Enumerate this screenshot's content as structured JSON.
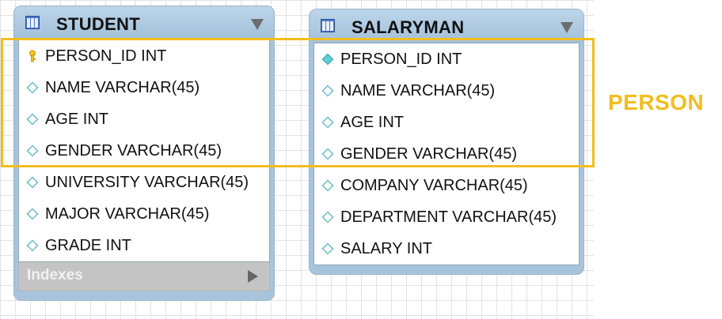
{
  "tables": {
    "student": {
      "title": "STUDENT",
      "columns": [
        {
          "label": "PERSON_ID INT",
          "icon": "primary-key-icon"
        },
        {
          "label": "NAME VARCHAR(45)",
          "icon": "column-diamond-icon"
        },
        {
          "label": "AGE INT",
          "icon": "column-diamond-icon"
        },
        {
          "label": "GENDER VARCHAR(45)",
          "icon": "column-diamond-icon"
        },
        {
          "label": "UNIVERSITY VARCHAR(45)",
          "icon": "column-diamond-icon"
        },
        {
          "label": "MAJOR VARCHAR(45)",
          "icon": "column-diamond-icon"
        },
        {
          "label": "GRADE INT",
          "icon": "column-diamond-icon"
        }
      ],
      "indexes_label": "Indexes"
    },
    "salaryman": {
      "title": "SALARYMAN",
      "columns": [
        {
          "label": "PERSON_ID INT",
          "icon": "filled-diamond-icon"
        },
        {
          "label": "NAME VARCHAR(45)",
          "icon": "column-diamond-icon"
        },
        {
          "label": "AGE INT",
          "icon": "column-diamond-icon"
        },
        {
          "label": "GENDER VARCHAR(45)",
          "icon": "column-diamond-icon"
        },
        {
          "label": "COMPANY VARCHAR(45)",
          "icon": "column-diamond-icon"
        },
        {
          "label": "DEPARTMENT VARCHAR(45)",
          "icon": "column-diamond-icon"
        },
        {
          "label": "SALARY INT",
          "icon": "column-diamond-icon"
        }
      ]
    }
  },
  "highlight": {
    "label": "PERSON",
    "color": "#f2bd1e"
  },
  "colors": {
    "table_header": "#a7c4dc",
    "indexes_bar": "#c4c4c4",
    "diamond_fill": "#5fd1d6"
  }
}
